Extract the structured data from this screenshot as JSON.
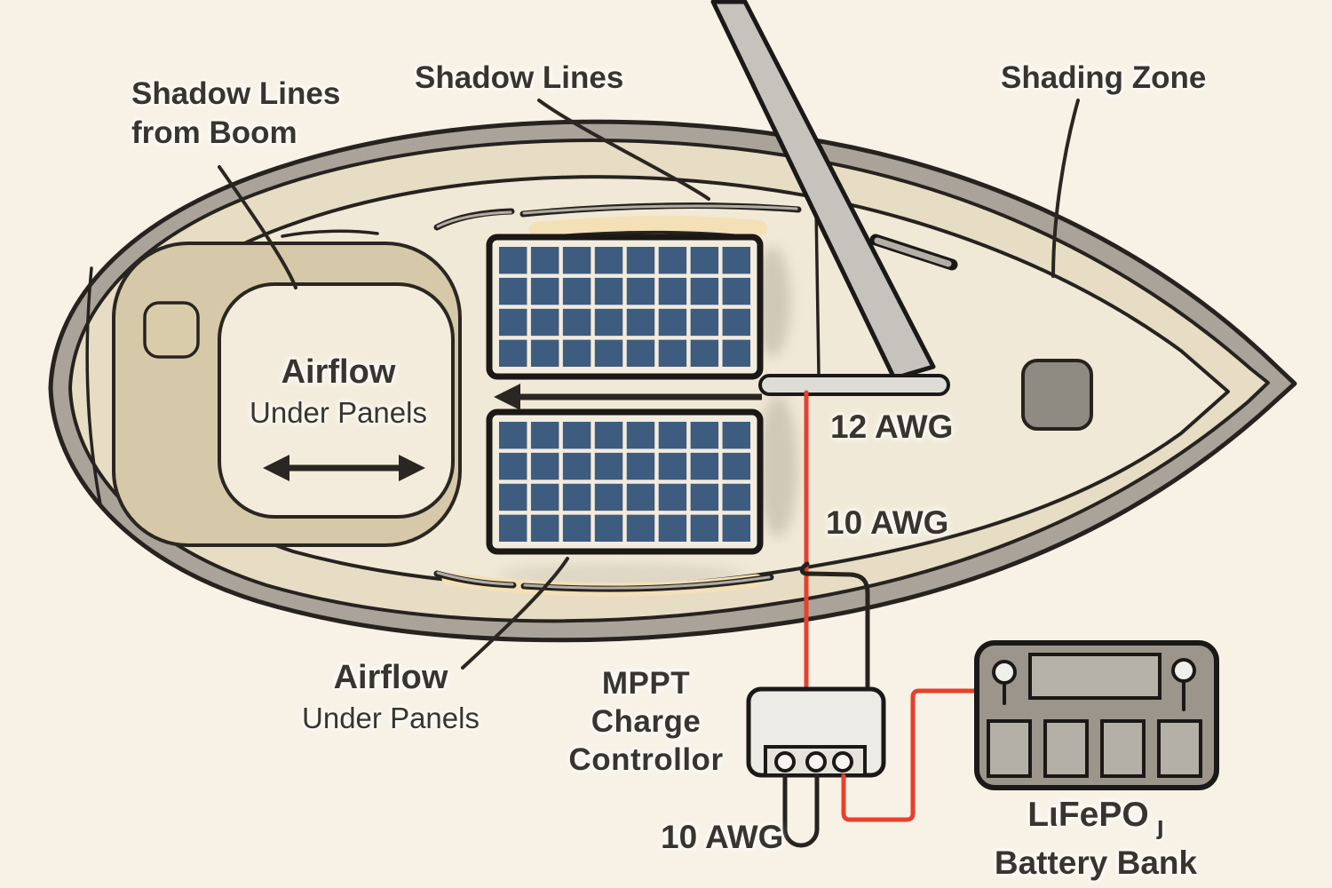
{
  "diagram": {
    "labels": {
      "shadow_lines_from_boom": {
        "line1": "Shadow Lines",
        "line2": "from Boom"
      },
      "shadow_lines": "Shadow Lines",
      "shading_zone": "Shading Zone"
    },
    "airflow_cockpit": {
      "title": "Airflow",
      "subtitle": "Under Panels"
    },
    "airflow_deck": {
      "title": "Airflow",
      "subtitle": "Under Panels"
    },
    "wires": {
      "boom_wire_gauge": "12 AWG",
      "deck_run_gauge": "10 AWG",
      "battery_run_gauge": "10 AWG"
    },
    "controller": {
      "line1": "MPPT",
      "line2": "Charge",
      "line3": "Controllor",
      "terminal_count": 3
    },
    "battery": {
      "name_main": "LιFePO",
      "name_sub": "ȷ",
      "name_line2": "Battery Bank",
      "cell_count": 4,
      "terminal_count": 2
    },
    "panels": {
      "count": 2,
      "grid": {
        "cols": 8,
        "rows": 4
      }
    },
    "colors": {
      "background": "#f7f1e6",
      "hull_band_gray": "#a9a399",
      "deck_ring_beige": "#e7ddc5",
      "deck_inner_cream": "#f1e9d7",
      "cockpit_tan": "#d6c9a9",
      "cockpit_well_cream": "#f3ecdc",
      "panel_cell_blue": "#3e5c80",
      "panel_frame_cream": "#f2ecdf",
      "wire_red": "#e8402c",
      "line_dark": "#26231f",
      "mast_gray": "#c6c3bd",
      "boom_gray": "#dedcd6",
      "battery_gray": "#9b958c",
      "battery_cell_gray": "#b5b0a7",
      "controller_fill": "#edebe6",
      "hatch_gray": "#8f8a82",
      "peach_highlight": "#f4e0b6",
      "text_dark": "#39342d"
    }
  }
}
